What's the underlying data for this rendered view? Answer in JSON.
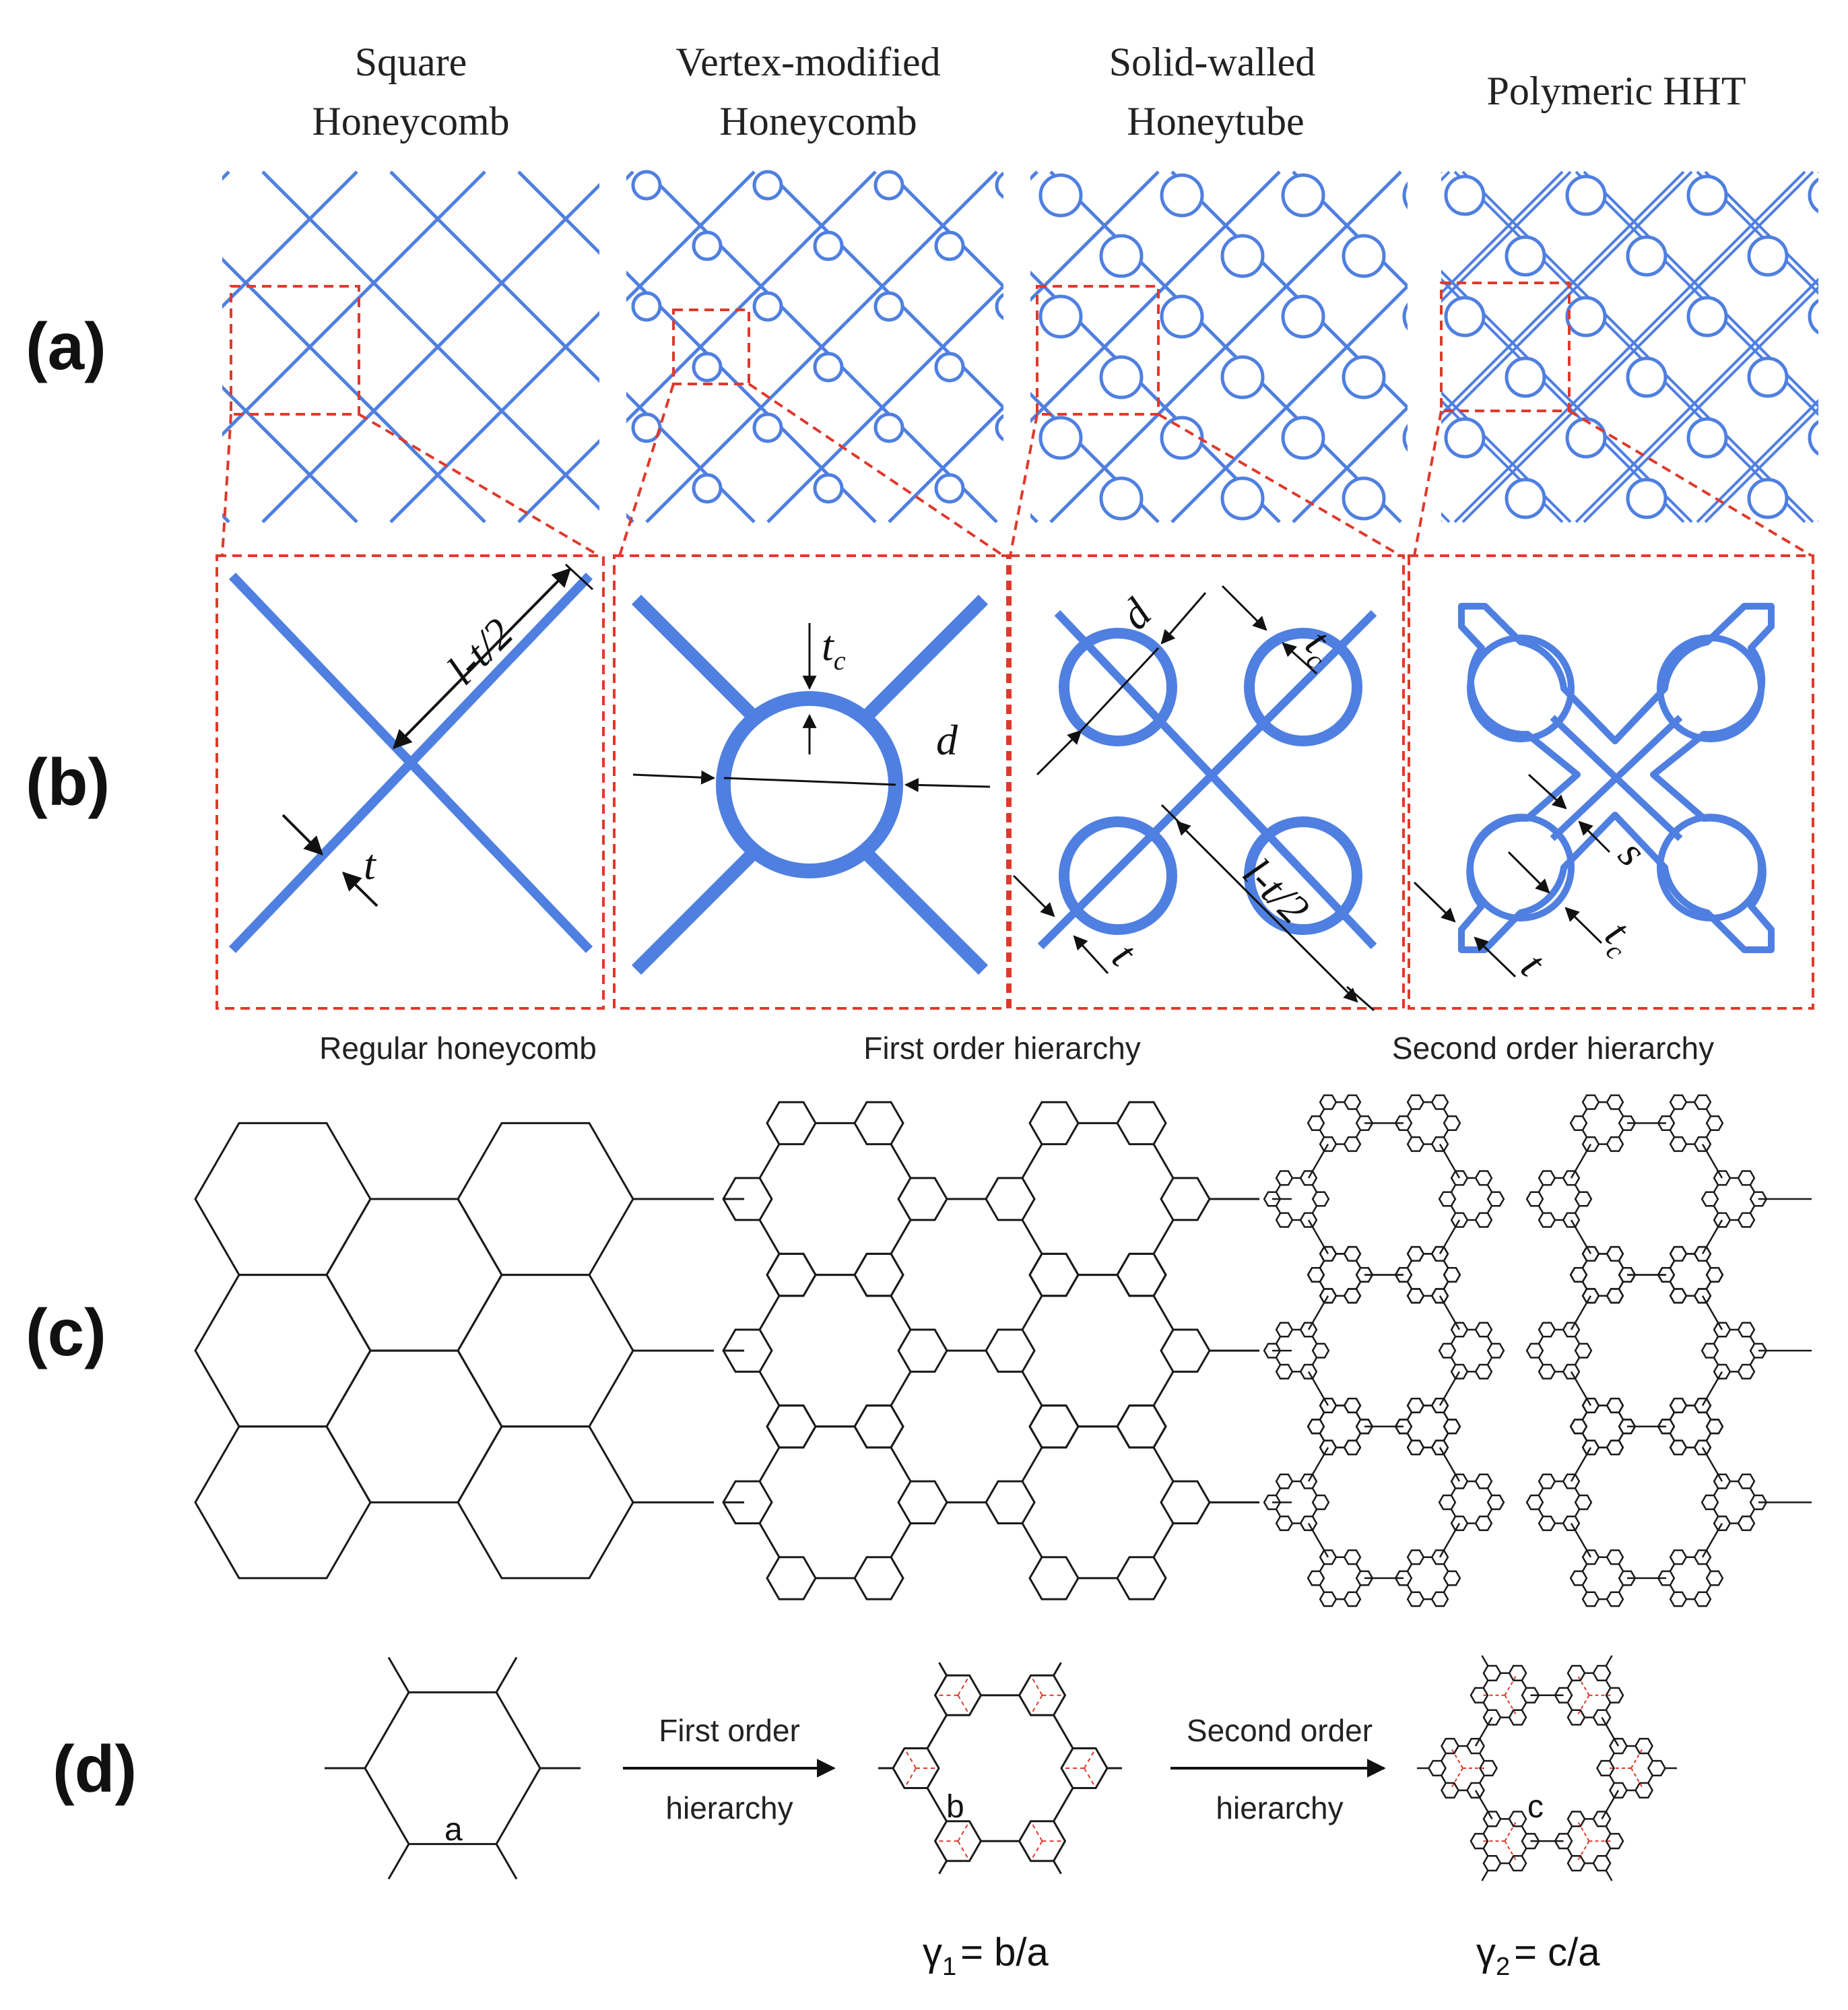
{
  "panels": {
    "a": "(a)",
    "b": "(b)",
    "c": "(c)",
    "d": "(d)"
  },
  "columns": [
    {
      "line1": "Square",
      "line2": "Honeycomb"
    },
    {
      "line1": "Vertex-modified",
      "line2": "Honeycomb"
    },
    {
      "line1": "Solid-walled",
      "line2": "Honeytube"
    },
    {
      "line1": "Polymeric  HHT",
      "line2": ""
    }
  ],
  "dimensions": {
    "l_t2": "l-t/2",
    "t": "t",
    "tc_main": "t",
    "tc_sub": "c",
    "d": "d",
    "s": "s"
  },
  "hierarchy_titles": {
    "regular": "Regular honeycomb",
    "first": "First order hierarchy",
    "second": "Second order hierarchy"
  },
  "process": {
    "arrow1_top": "First order",
    "arrow1_bottom": "hierarchy",
    "arrow2_top": "Second order",
    "arrow2_bottom": "hierarchy",
    "var_a": "a",
    "var_b": "b",
    "var_c": "c",
    "gamma1": "γ",
    "gamma1_sub": "1",
    "gamma1_rest": "= b/a",
    "gamma2": "γ",
    "gamma2_sub": "2",
    "gamma2_rest": "= c/a"
  },
  "colors": {
    "structure_blue": "#4f7fe0",
    "dash_red": "#e0392b",
    "line_black": "#1a1a1a"
  }
}
